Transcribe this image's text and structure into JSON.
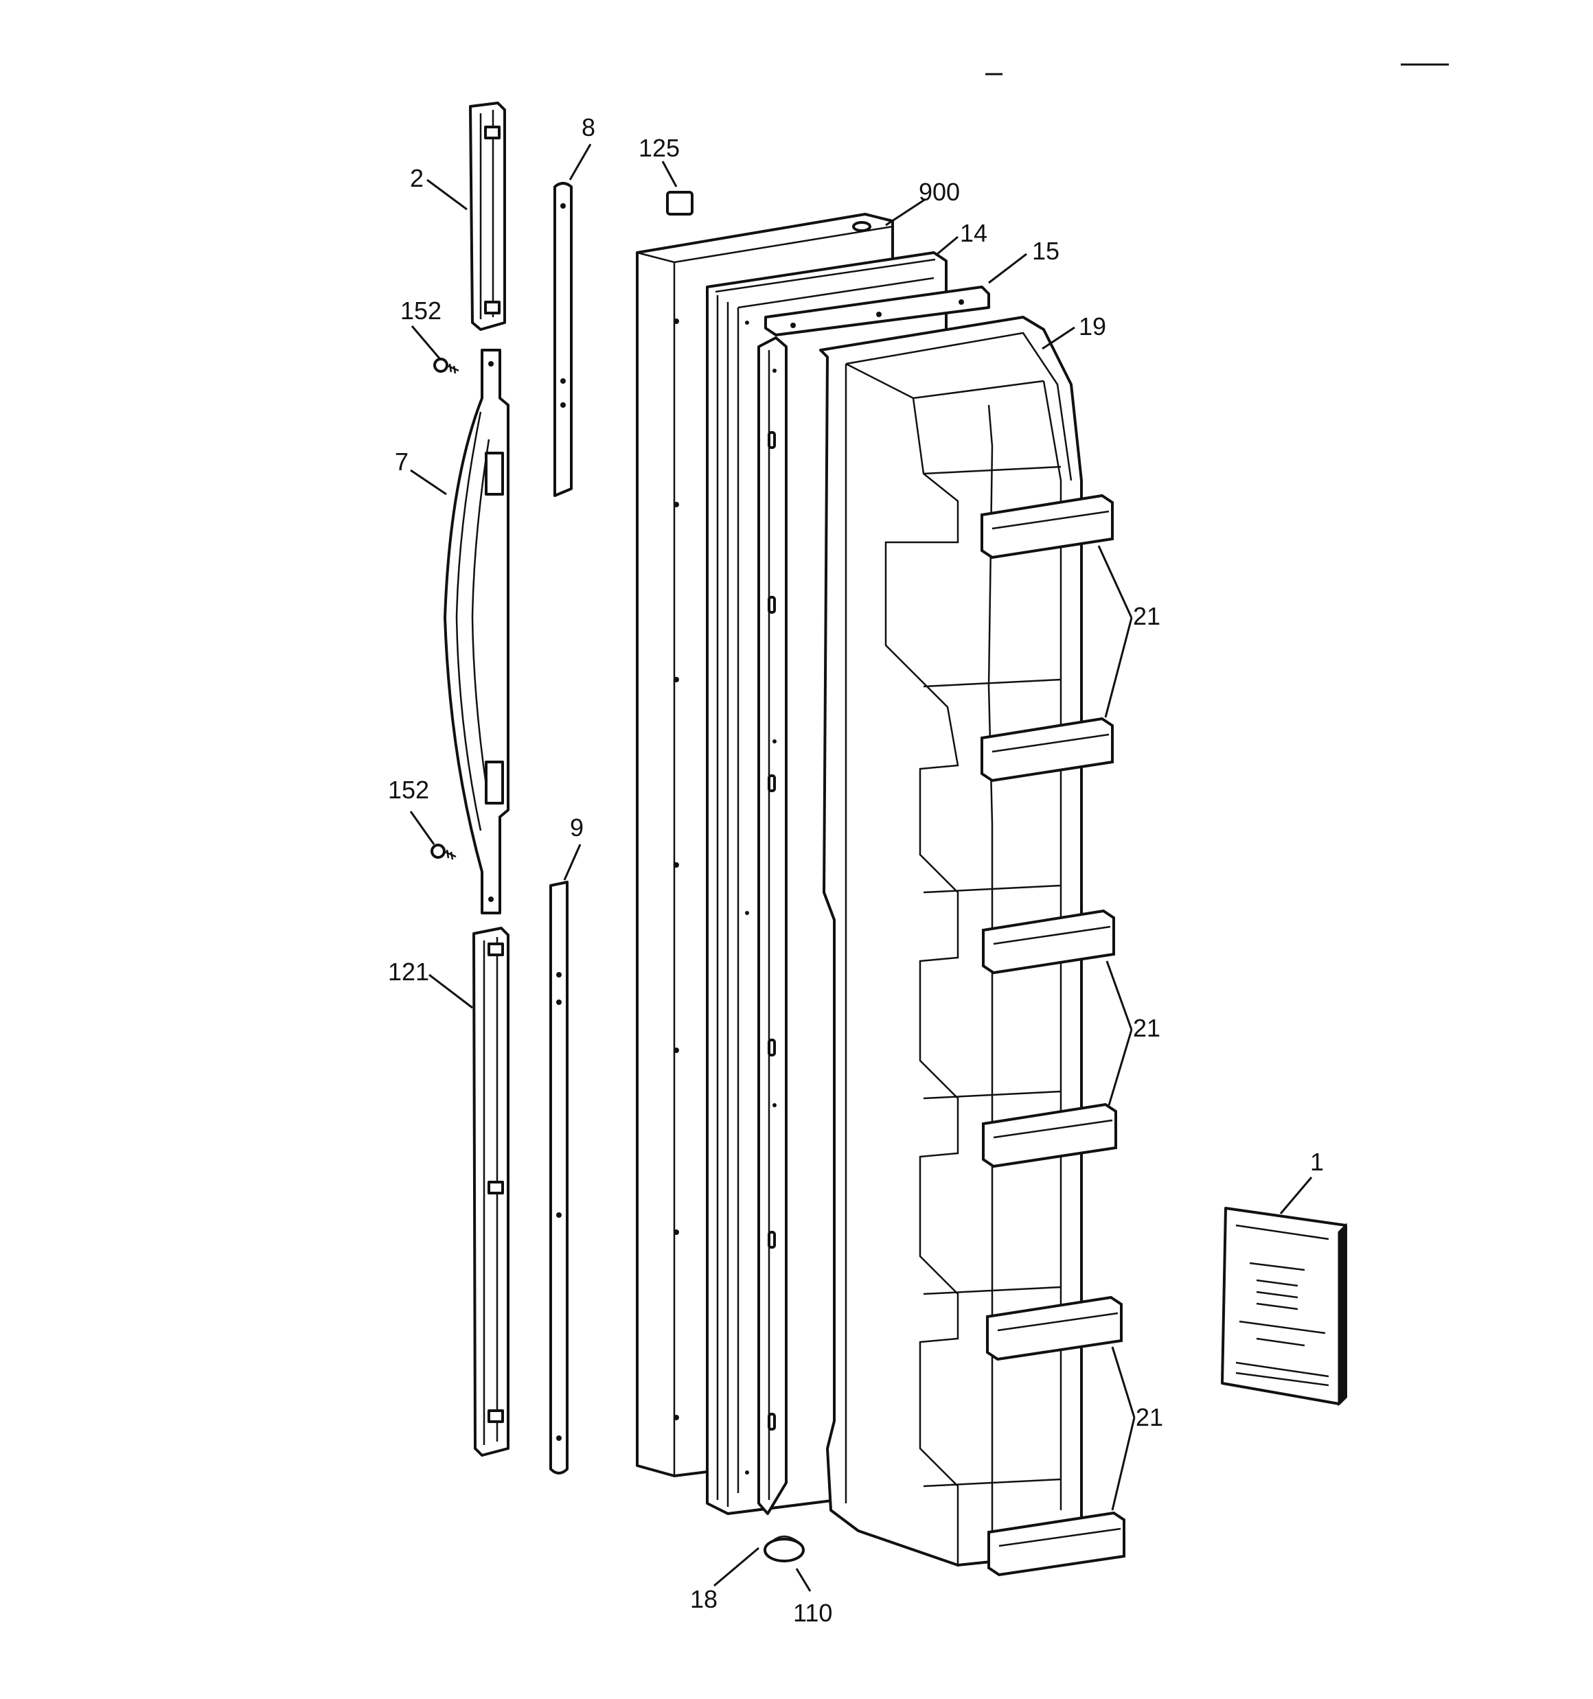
{
  "callouts": {
    "c1": "1",
    "c2": "2",
    "c7": "7",
    "c8": "8",
    "c9": "9",
    "c14": "14",
    "c15": "15",
    "c18": "18",
    "c19": "19",
    "c21a": "21",
    "c21b": "21",
    "c21c": "21",
    "c110": "110",
    "c121": "121",
    "c125": "125",
    "c152a": "152",
    "c152b": "152",
    "c900": "900"
  }
}
